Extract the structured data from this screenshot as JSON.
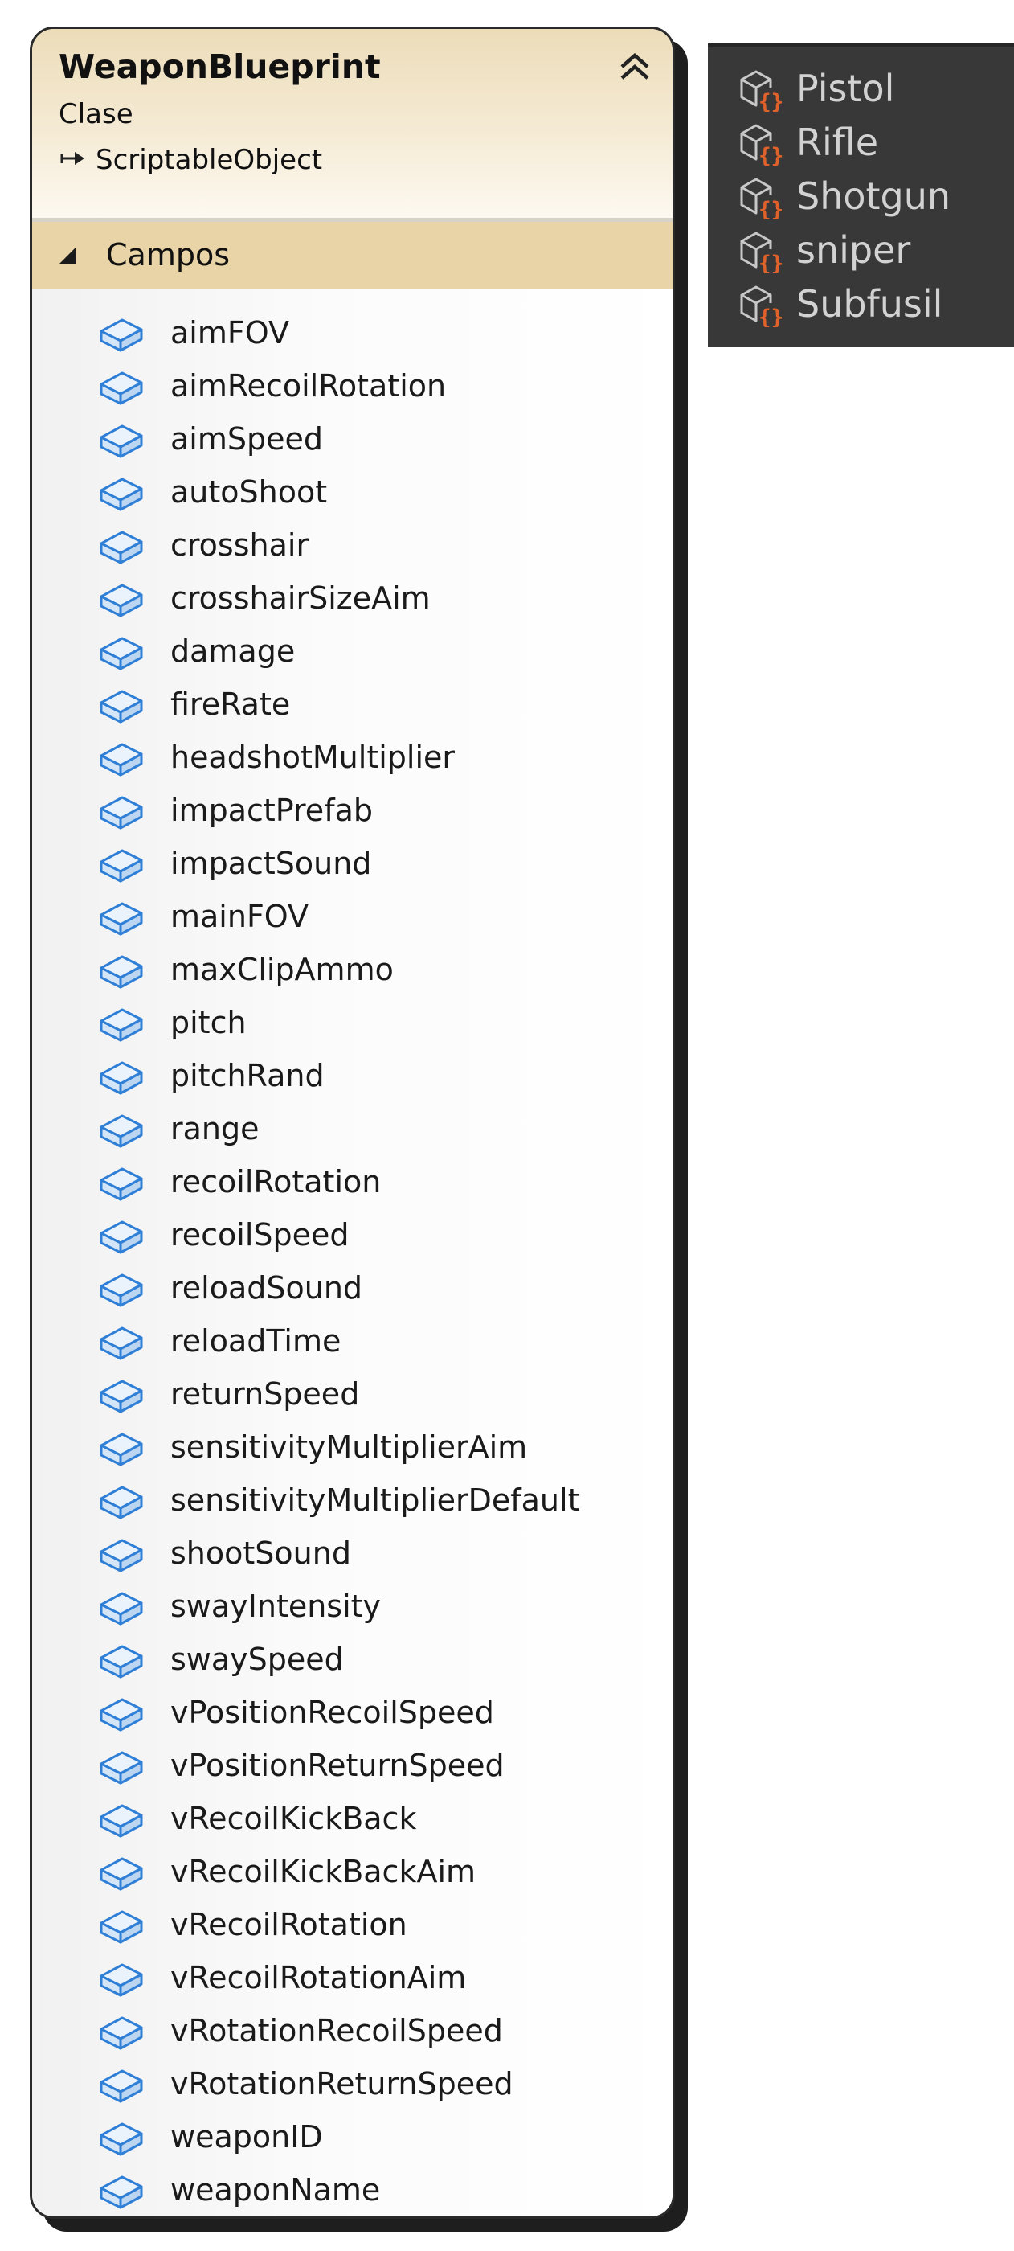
{
  "class_diagram": {
    "title": "WeaponBlueprint",
    "kind": "Clase",
    "base_class": "ScriptableObject",
    "section": {
      "label": "Campos",
      "fields": [
        "aimFOV",
        "aimRecoilRotation",
        "aimSpeed",
        "autoShoot",
        "crosshair",
        "crosshairSizeAim",
        "damage",
        "fireRate",
        "headshotMultiplier",
        "impactPrefab",
        "impactSound",
        "mainFOV",
        "maxClipAmmo",
        "pitch",
        "pitchRand",
        "range",
        "recoilRotation",
        "recoilSpeed",
        "reloadSound",
        "reloadTime",
        "returnSpeed",
        "sensitivityMultiplierAim",
        "sensitivityMultiplierDefault",
        "shootSound",
        "swayIntensity",
        "swaySpeed",
        "vPositionRecoilSpeed",
        "vPositionReturnSpeed",
        "vRecoilKickBack",
        "vRecoilKickBackAim",
        "vRecoilRotation",
        "vRecoilRotationAim",
        "vRotationRecoilSpeed",
        "vRotationReturnSpeed",
        "weaponID",
        "weaponName"
      ]
    },
    "icons": {
      "collapse": "double-chevron-up-icon",
      "base": "inheritance-arrow-icon",
      "section_toggle": "triangle-expanded-icon",
      "field": "field-icon"
    },
    "colors": {
      "header": "#ecdcb9",
      "section_bar": "#e8d4a6",
      "field_icon": "#2f7fd6",
      "border": "#2a2a2a"
    }
  },
  "assets": {
    "items": [
      "Pistol",
      "Rifle",
      "Shotgun",
      "sniper",
      "Subfusil"
    ],
    "icon": "scriptable-object-asset-icon",
    "colors": {
      "background": "#383838",
      "text": "#d2d2d2",
      "icon_accent": "#e0622a"
    }
  }
}
